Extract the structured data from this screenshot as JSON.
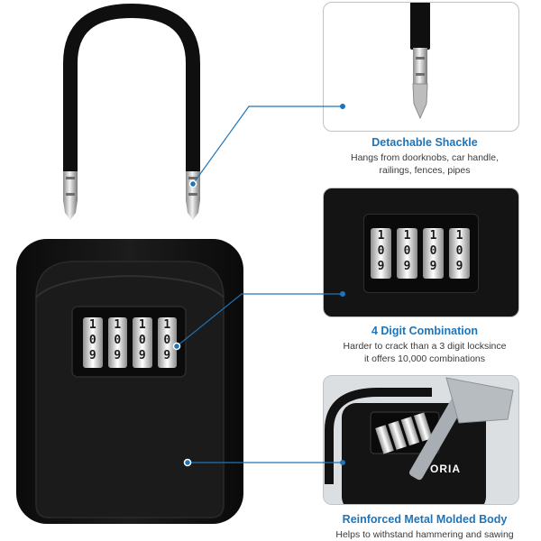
{
  "brand": {
    "logo_text": "ORIA"
  },
  "dial": {
    "top_digits": [
      "1",
      "1",
      "1",
      "1"
    ],
    "middle_digits": [
      "0",
      "0",
      "0",
      "0"
    ],
    "bottom_digits": [
      "9",
      "9",
      "9",
      "9"
    ]
  },
  "features": [
    {
      "title": "Detachable Shackle",
      "description": "Hangs from doorknobs, car handle,\nrailings, fences, pipes"
    },
    {
      "title": "4 Digit Combination",
      "description": "Harder to crack than a 3 digit locksince\nit offers 10,000 combinations"
    },
    {
      "title": "Reinforced Metal Molded Body",
      "description": "Helps to withstand hammering and sawing"
    }
  ],
  "colors": {
    "accent": "#1f74b8",
    "lock_body": "#111111",
    "panel_border": "#bfc3c7"
  }
}
